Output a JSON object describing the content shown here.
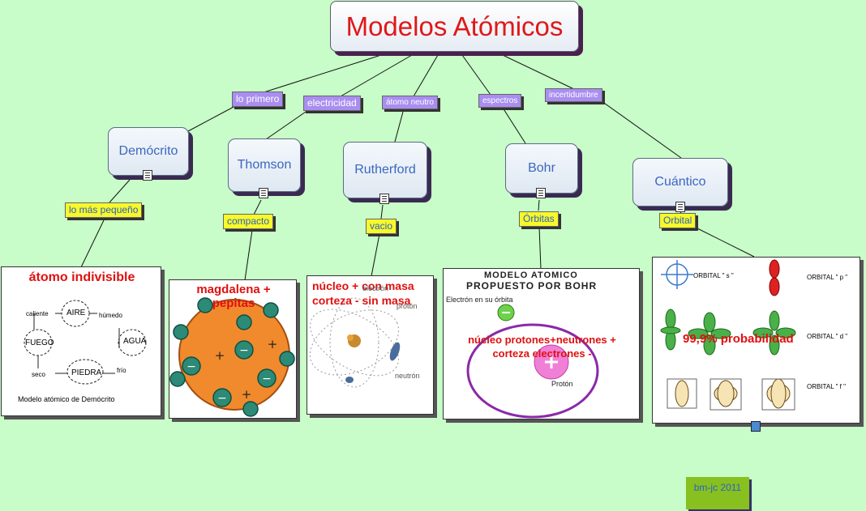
{
  "title": "Modelos Atómicos",
  "links": {
    "lo_primero": "lo primero",
    "electricidad": "electricidad",
    "atomo_neutro": "átomo neutro",
    "espectros": "espectros",
    "incertidumbre": "incertidumbre"
  },
  "concepts": {
    "democrito": "Demócrito",
    "thomson": "Thomson",
    "rutherford": "Rutherford",
    "bohr": "Bohr",
    "cuantico": "Cuántico"
  },
  "sublinks": {
    "lo_mas_pequeno": "lo más pequeño",
    "compacto": "compacto",
    "vacio": "vacio",
    "orbitas": "Órbitas",
    "orbital": "Orbital"
  },
  "images": {
    "democrito": {
      "overlay": "átomo indivisible",
      "elements": [
        "AIRE",
        "AGUA",
        "PIEDRA",
        "FUEGO"
      ],
      "qualities": [
        "caliente",
        "húmedo",
        "frío",
        "seco"
      ],
      "caption": "Modelo atómico de Demócrito"
    },
    "thomson": {
      "overlay": "magdalena + pepitas"
    },
    "rutherford": {
      "overlay_line1": "núcleo + con masa",
      "overlay_line2": "corteza  - sin masa",
      "labels": [
        "electrón",
        "protón",
        "neutrón"
      ]
    },
    "bohr": {
      "heading1": "MODELO ATOMICO",
      "heading2": "PROPUESTO POR BOHR",
      "electron_label": "Electrón en su órbita",
      "overlay_line1": "núcleo protones+neutrones +",
      "overlay_line2": "corteza electrones  -",
      "proton_label": "Protón"
    },
    "cuantico": {
      "overlay": "99,9% probabilidad",
      "orbital_s": "ORBITAL \" s \"",
      "orbital_p": "ORBITAL \" p \"",
      "orbital_d": "ORBITAL \" d \"",
      "orbital_f": "ORBITAL \" f \""
    }
  },
  "credit": "bm-jc 2011",
  "colors": {
    "background": "#c8fcc8",
    "title_text": "#e01818",
    "concept_text": "#3b67c0",
    "purple_label": "#a98ef0",
    "yellow_label": "#f8f82a",
    "overlay_text": "#e01010",
    "credit_bg": "#88c020"
  }
}
